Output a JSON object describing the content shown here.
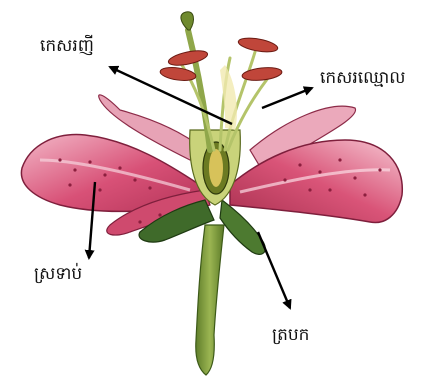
{
  "labels": {
    "pistil": "កេសរញី",
    "stamen": "កេសរឈ្មោល",
    "petal": "ស្រទាប់",
    "sepal": "ត្របក"
  },
  "colors": {
    "petal_pink": "#d2506f",
    "petal_light": "#f2b7c6",
    "petal_spots": "#8c1f3e",
    "stem_green": "#7d9a3a",
    "sepal_green": "#3f6a2a",
    "anther_red": "#c0463a",
    "arrow": "#000000"
  }
}
